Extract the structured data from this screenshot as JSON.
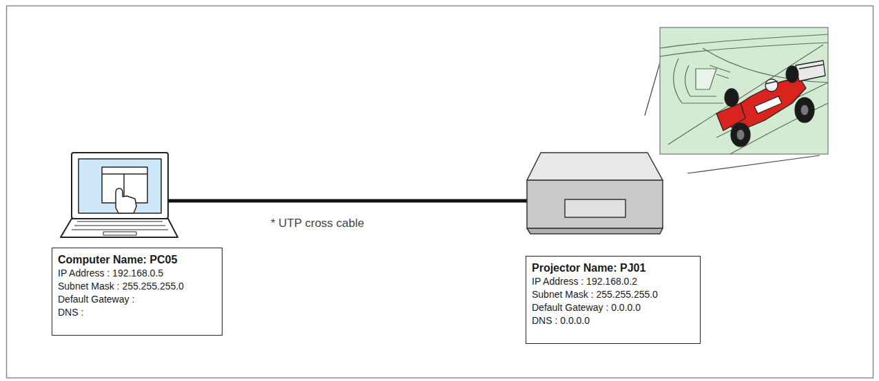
{
  "diagram": {
    "nodes": [
      {
        "text": [
          "Computer Name: PC05",
          "IP Address : 192.168.0.5",
          "Subnet Mask : 255.255.255.0",
          "Default Gateway :",
          "DNS :"
        ]
      },
      {
        "text": [
          "Projector Name: PJ01",
          "IP Address : 192.168.0.2",
          "Subnet Mask : 255.255.255.0",
          "Default Gateway : 0.0.0.0",
          "DNS : 0.0.0.0"
        ]
      }
    ],
    "labels": [
      "* UTP cross cable"
    ]
  }
}
